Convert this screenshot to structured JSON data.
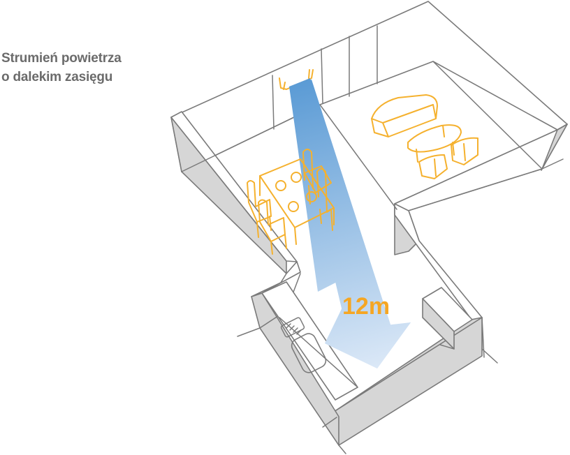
{
  "caption": {
    "line1": "Strumień powietrza",
    "line2": "o dalekim zasięgu"
  },
  "distance_label": "12m",
  "colors": {
    "caption_text": "#6b6b6b",
    "furniture": "#f5b12e",
    "label": "#f5a623",
    "airflow_start": "#5b9bd5",
    "airflow_end": "#dbe8f7",
    "wall_side": "#d6d6d6",
    "outline": "#7a7a7a"
  }
}
